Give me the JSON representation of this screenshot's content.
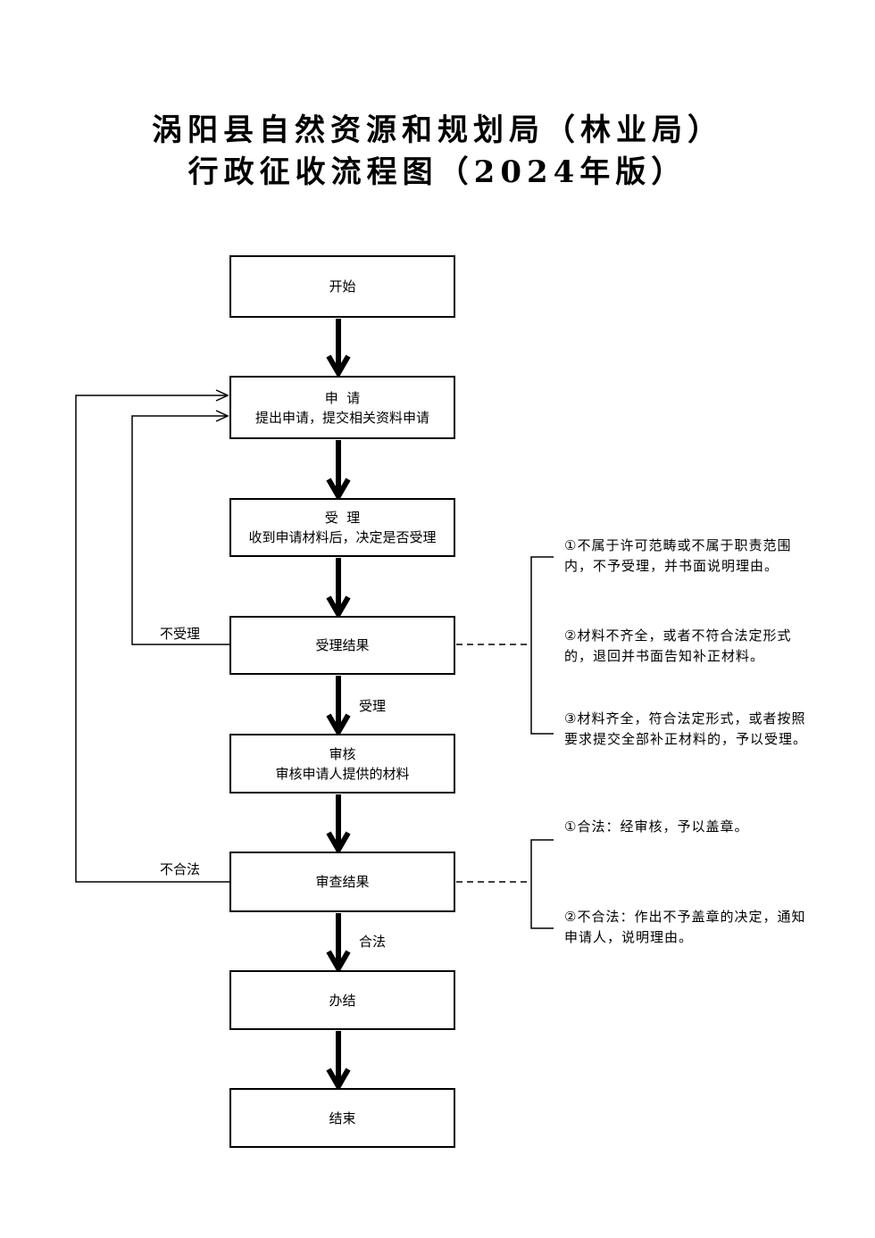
{
  "title": {
    "line1": "涡阳县自然资源和规划局（林业局）",
    "line2": "行政征收流程图（2024年版）"
  },
  "nodes": {
    "start": {
      "label": "开始"
    },
    "apply": {
      "label": "申  请",
      "detail": "提出申请，提交相关资料申请"
    },
    "accept": {
      "label": "受  理",
      "detail": "收到申请材料后，决定是否受理"
    },
    "accept_result": {
      "label": "受理结果"
    },
    "review": {
      "label": "审核",
      "detail": "审核申请人提供的材料"
    },
    "review_result": {
      "label": "审查结果"
    },
    "complete": {
      "label": "办结"
    },
    "end": {
      "label": "结束"
    }
  },
  "edge_labels": {
    "not_accepted": "不受理",
    "accepted": "受理",
    "not_legal": "不合法",
    "legal": "合法"
  },
  "notes": {
    "accept_result": [
      {
        "line1": "①不属于许可范畴或不属于职责范围",
        "line2": "内，不予受理，并书面说明理由。"
      },
      {
        "line1": "②材料不齐全，或者不符合法定形式",
        "line2": "的，退回并书面告知补正材料。"
      },
      {
        "line1": "③材料齐全，符合法定形式，或者按照",
        "line2": "要求提交全部补正材料的，予以受理。"
      }
    ],
    "review_result": [
      {
        "line1": "①合法：经审核，予以盖章。"
      },
      {
        "line1": "②不合法：作出不予盖章的决定，通知",
        "line2": "申请人，说明理由。"
      }
    ]
  },
  "colors": {
    "line": "#000000",
    "background": "#ffffff"
  }
}
